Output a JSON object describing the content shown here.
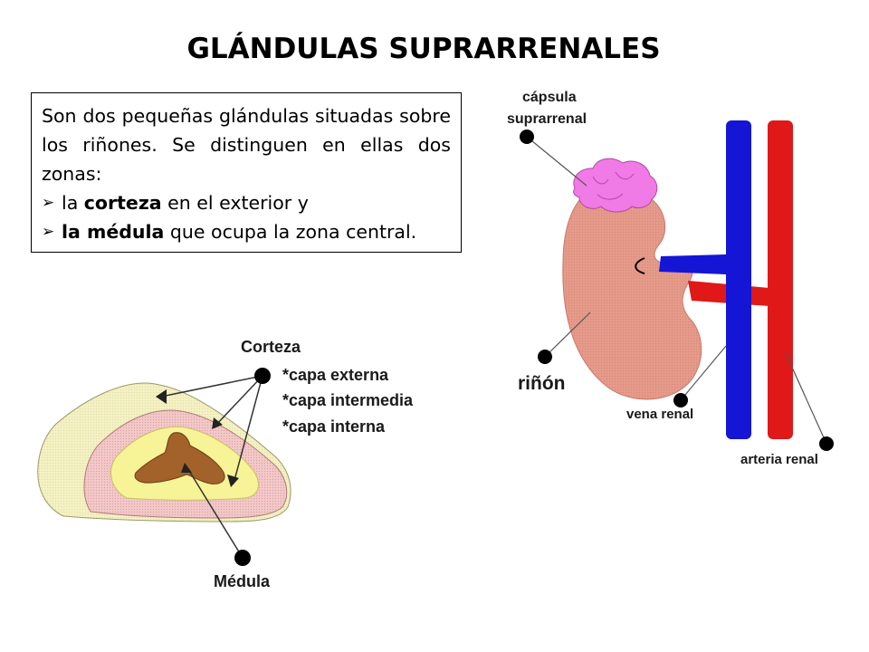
{
  "title": "GLÁNDULAS SUPRARRENALES",
  "description": {
    "paragraph": "Son dos pequeñas glándulas situadas sobre los riñones. Se distinguen en ellas dos zonas:",
    "bullets": [
      {
        "pre": "la ",
        "bold": "corteza",
        "post": " en el exterior y"
      },
      {
        "pre": "",
        "bold": "la médula",
        "post": " que ocupa la zona central."
      }
    ]
  },
  "kidney_diagram": {
    "capsule_label_line1": "cápsula",
    "capsule_label_line2": "suprarrenal",
    "kidney_label": "riñón",
    "vein_label": "vena renal",
    "artery_label": "arteria renal",
    "colors": {
      "vein": "#1515d6",
      "artery": "#e01818",
      "kidney": "#e59a8a",
      "capsule": "#f07ae6"
    }
  },
  "gland_diagram": {
    "cortex_title": "Corteza",
    "layers": [
      "*capa externa",
      "*capa intermedia",
      "*capa interna"
    ],
    "medulla_label": "Médula",
    "colors": {
      "outer": "#f4f1c4",
      "middle": "#f2c8c8",
      "inner": "#f7f397",
      "medulla": "#a2622a"
    }
  }
}
